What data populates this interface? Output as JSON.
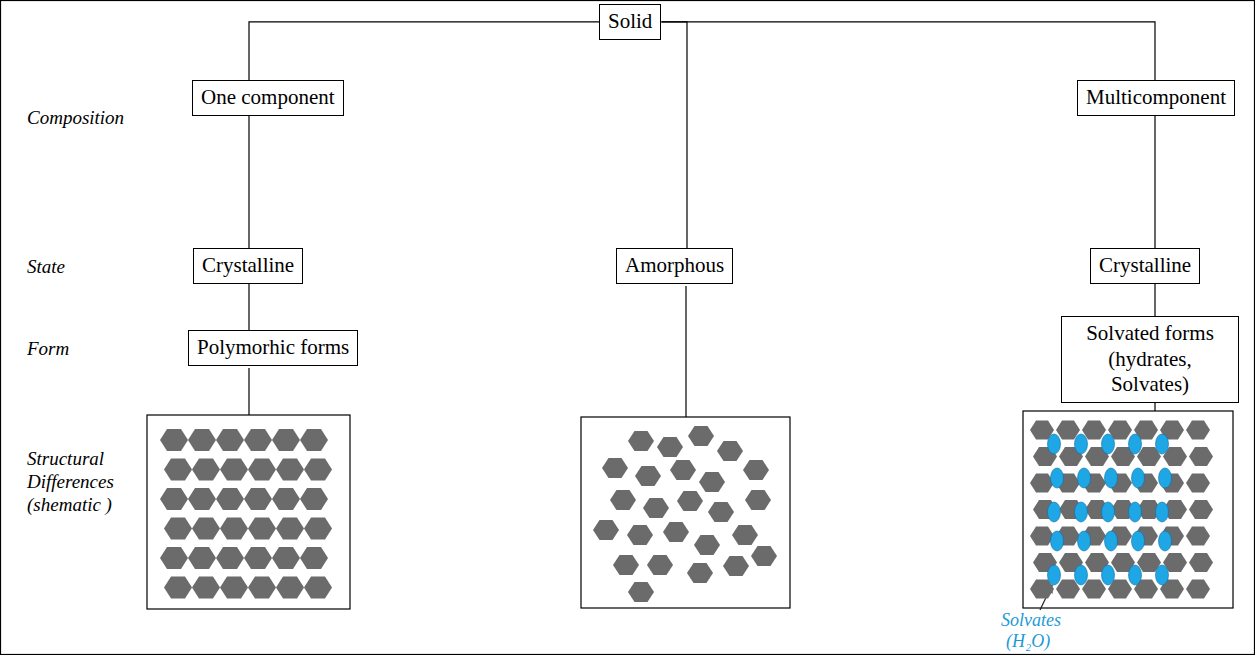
{
  "diagram": {
    "nodes": [
      {
        "text": [
          "Solid"
        ]
      },
      {
        "text": [
          "One component"
        ]
      },
      {
        "text": [
          "Multicomponent"
        ]
      },
      {
        "text": [
          "Crystalline"
        ]
      },
      {
        "text": [
          "Amorphous"
        ]
      },
      {
        "text": [
          "Crystalline"
        ]
      },
      {
        "text": [
          "Polymorhic forms"
        ]
      },
      {
        "text": [
          "Solvated forms (hydrates, Solvates)"
        ]
      }
    ],
    "edges": [
      {
        "from": 0,
        "to": 1,
        "arrow": "none"
      },
      {
        "from": 0,
        "to": 4,
        "arrow": "none"
      },
      {
        "from": 0,
        "to": 2,
        "arrow": "none"
      },
      {
        "from": 1,
        "to": 3,
        "arrow": "none"
      },
      {
        "from": 3,
        "to": 6,
        "arrow": "none"
      },
      {
        "from": 2,
        "to": 5,
        "arrow": "none"
      },
      {
        "from": 5,
        "to": 7,
        "arrow": "none"
      }
    ],
    "labels": [
      "Composition",
      "State",
      "Form",
      "Structural Differences (shematic )",
      "Solvates",
      "(H₂O)"
    ]
  }
}
